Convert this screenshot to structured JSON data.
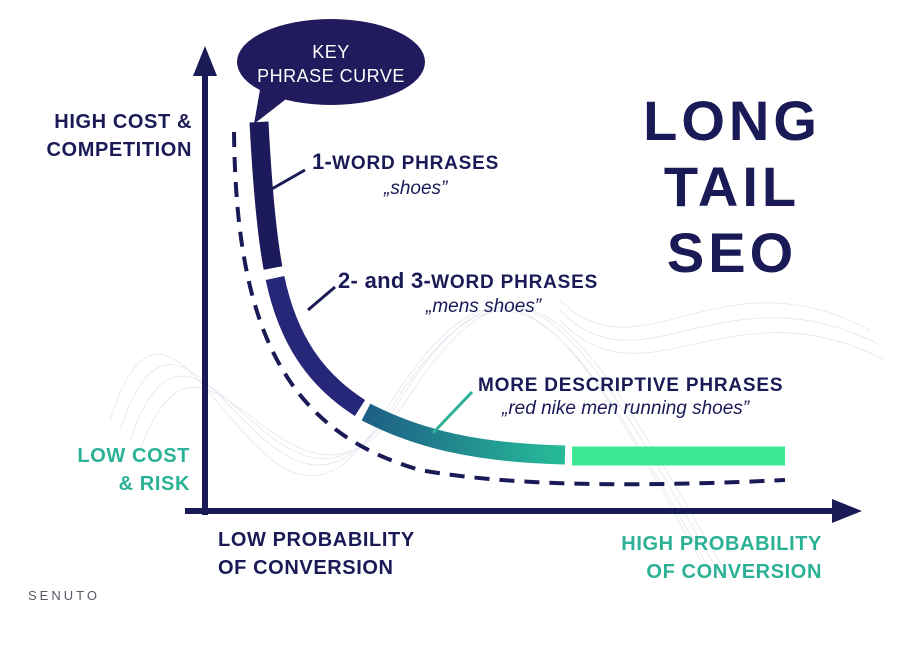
{
  "title": {
    "line1": "LONG",
    "line2": "TAIL",
    "line3": "SEO"
  },
  "bubble": {
    "line1": "KEY",
    "line2": "PHRASE CURVE"
  },
  "y_axis": {
    "top_label_line1": "HIGH COST &",
    "top_label_line2": "COMPETITION",
    "bottom_label_line1": "LOW COST",
    "bottom_label_line2": "& RISK"
  },
  "x_axis": {
    "left_label_line1": "LOW PROBABILITY",
    "left_label_line2": "OF CONVERSION",
    "right_label_line1": "HIGH PROBABILITY",
    "right_label_line2": "OF CONVERSION"
  },
  "segments": [
    {
      "number": "1-",
      "heading": "WORD PHRASES",
      "example": "„shoes”"
    },
    {
      "number": "2- and 3-",
      "heading": "WORD PHRASES",
      "example": "„mens shoes”"
    },
    {
      "number": "",
      "heading": "MORE DESCRIPTIVE PHRASES",
      "example": "„red nike men running shoes”"
    }
  ],
  "brand": "SENUTO",
  "colors": {
    "navy": "#1a1a57",
    "teal": "#2bb196",
    "curve_start": "#1d1a5c",
    "curve_end": "#2ee88e"
  }
}
